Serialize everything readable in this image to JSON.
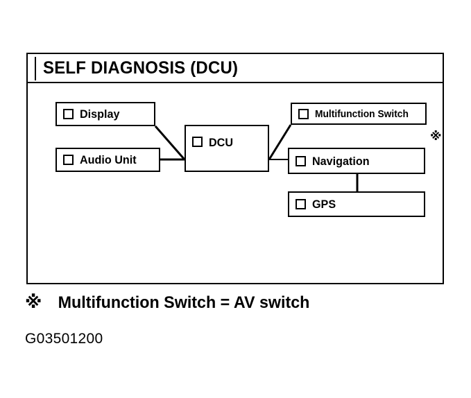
{
  "figure": {
    "title": "SELF DIAGNOSIS (DCU)",
    "note_mark": "※",
    "caption": "Multifunction Switch = AV switch",
    "code": "G03501200",
    "line_color": "#000000",
    "background_color": "#ffffff"
  },
  "nodes": [
    {
      "id": "display",
      "label": "Display",
      "checkbox": "unchecked-checkbox"
    },
    {
      "id": "audio_unit",
      "label": "Audio Unit",
      "checkbox": "unchecked-checkbox"
    },
    {
      "id": "dcu",
      "label": "DCU",
      "checkbox": "unchecked-checkbox"
    },
    {
      "id": "multifunction",
      "label": "Multifunction Switch",
      "checkbox": "unchecked-checkbox"
    },
    {
      "id": "navigation",
      "label": "Navigation",
      "checkbox": "unchecked-checkbox"
    },
    {
      "id": "gps",
      "label": "GPS",
      "checkbox": "unchecked-checkbox"
    }
  ],
  "connections": [
    {
      "from": "display",
      "to": "dcu",
      "style": "diagonal"
    },
    {
      "from": "audio_unit",
      "to": "dcu",
      "style": "horizontal"
    },
    {
      "from": "dcu",
      "to": "multifunction",
      "style": "diagonal"
    },
    {
      "from": "dcu",
      "to": "navigation",
      "style": "horizontal"
    },
    {
      "from": "navigation",
      "to": "gps",
      "style": "vertical"
    }
  ]
}
